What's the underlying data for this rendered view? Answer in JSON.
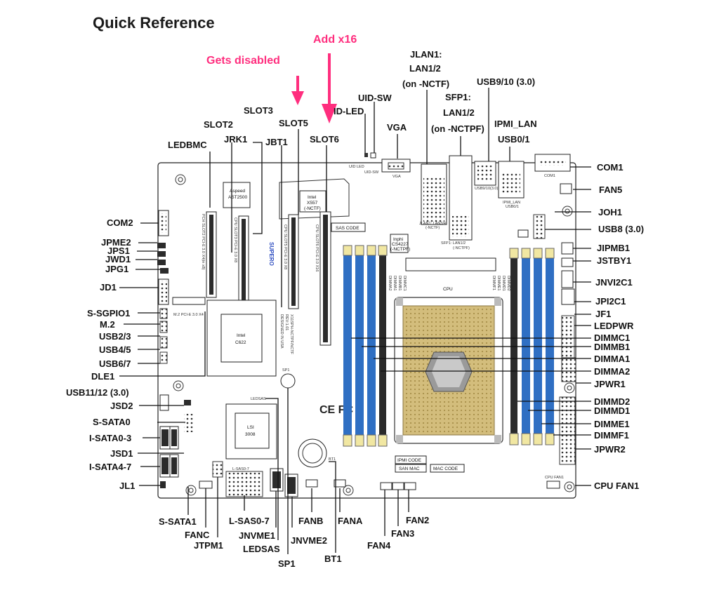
{
  "header": {
    "title": "Quick Reference"
  },
  "annotations": [
    {
      "id": "gets-disabled",
      "text": "Gets disabled"
    },
    {
      "id": "add-x16",
      "text": "Add x16"
    }
  ],
  "callouts": [
    {
      "key": "com2",
      "text": "COM2"
    },
    {
      "key": "jpme2",
      "text": "JPME2"
    },
    {
      "key": "jps1",
      "text": "JPS1"
    },
    {
      "key": "jwd1",
      "text": "JWD1"
    },
    {
      "key": "jpg1",
      "text": "JPG1"
    },
    {
      "key": "jd1",
      "text": "JD1"
    },
    {
      "key": "s-sgpio1",
      "text": "S-SGPIO1"
    },
    {
      "key": "m2",
      "text": "M.2"
    },
    {
      "key": "usb23",
      "text": "USB2/3"
    },
    {
      "key": "usb45",
      "text": "USB4/5"
    },
    {
      "key": "usb67",
      "text": "USB6/7"
    },
    {
      "key": "dle1",
      "text": "DLE1"
    },
    {
      "key": "usb1112",
      "text": "USB11/12 (3.0)"
    },
    {
      "key": "jsd2",
      "text": "JSD2"
    },
    {
      "key": "s-sata0",
      "text": "S-SATA0"
    },
    {
      "key": "i-sata0-3",
      "text": "I-SATA0-3"
    },
    {
      "key": "jsd1",
      "text": "JSD1"
    },
    {
      "key": "i-sata4-7",
      "text": "I-SATA4-7"
    },
    {
      "key": "jl1",
      "text": "JL1"
    },
    {
      "key": "ledbmc",
      "text": "LEDBMC"
    },
    {
      "key": "slot2",
      "text": "SLOT2"
    },
    {
      "key": "jrk1",
      "text": "JRK1"
    },
    {
      "key": "slot3",
      "text": "SLOT3"
    },
    {
      "key": "jbt1",
      "text": "JBT1"
    },
    {
      "key": "slot5",
      "text": "SLOT5"
    },
    {
      "key": "slot6",
      "text": "SLOT6"
    },
    {
      "key": "id-led",
      "text": "ID-LED"
    },
    {
      "key": "uid-sw",
      "text": "UID-SW"
    },
    {
      "key": "vga",
      "text": "VGA"
    },
    {
      "key": "jlan1-a",
      "text": "JLAN1:"
    },
    {
      "key": "jlan1-b",
      "text": "LAN1/2"
    },
    {
      "key": "jlan1-c",
      "text": "(on -NCTF)"
    },
    {
      "key": "sfp1-a",
      "text": "SFP1:"
    },
    {
      "key": "sfp1-b",
      "text": "LAN1/2"
    },
    {
      "key": "sfp1-c",
      "text": "(on -NCTPF)"
    },
    {
      "key": "usb910",
      "text": "USB9/10 (3.0)"
    },
    {
      "key": "ipmi-lan-a",
      "text": "IPMI_LAN"
    },
    {
      "key": "ipmi-lan-b",
      "text": "USB0/1"
    },
    {
      "key": "com1",
      "text": "COM1"
    },
    {
      "key": "fan5",
      "text": "FAN5"
    },
    {
      "key": "joh1",
      "text": "JOH1"
    },
    {
      "key": "usb8",
      "text": "USB8 (3.0)"
    },
    {
      "key": "jipmb1",
      "text": "JIPMB1"
    },
    {
      "key": "jstby1",
      "text": "JSTBY1"
    },
    {
      "key": "jnvi2c1",
      "text": "JNVI2C1"
    },
    {
      "key": "jpi2c1",
      "text": "JPI2C1"
    },
    {
      "key": "jf1",
      "text": "JF1"
    },
    {
      "key": "ledpwr",
      "text": "LEDPWR"
    },
    {
      "key": "dimmc1",
      "text": "DIMMC1"
    },
    {
      "key": "dimmb1",
      "text": "DIMMB1"
    },
    {
      "key": "dimma1",
      "text": "DIMMA1"
    },
    {
      "key": "dimma2",
      "text": "DIMMA2"
    },
    {
      "key": "jpwr1",
      "text": "JPWR1"
    },
    {
      "key": "dimmd2",
      "text": "DIMMD2"
    },
    {
      "key": "dimmd1",
      "text": "DIMMD1"
    },
    {
      "key": "dimme1",
      "text": "DIMME1"
    },
    {
      "key": "dimmf1",
      "text": "DIMMF1"
    },
    {
      "key": "jpwr2",
      "text": "JPWR2"
    },
    {
      "key": "cpu-fan1",
      "text": "CPU FAN1"
    },
    {
      "key": "s-sata1",
      "text": "S-SATA1"
    },
    {
      "key": "fanc",
      "text": "FANC"
    },
    {
      "key": "jtpm1",
      "text": "JTPM1"
    },
    {
      "key": "l-sas0-7",
      "text": "L-SAS0-7"
    },
    {
      "key": "jnvme1",
      "text": "JNVME1"
    },
    {
      "key": "ledsas",
      "text": "LEDSAS"
    },
    {
      "key": "sp1",
      "text": "SP1"
    },
    {
      "key": "fanb",
      "text": "FANB"
    },
    {
      "key": "jnvme2",
      "text": "JNVME2"
    },
    {
      "key": "bt1",
      "text": "BT1"
    },
    {
      "key": "fana",
      "text": "FANA"
    },
    {
      "key": "fan4",
      "text": "FAN4"
    },
    {
      "key": "fan3",
      "text": "FAN3"
    },
    {
      "key": "fan2",
      "text": "FAN2"
    }
  ],
  "board_text": {
    "aspeed": "Aspeed",
    "ast2500": "AST2500",
    "intel": "Intel",
    "x557": "X557",
    "x557_nctf": "(-NCTF)",
    "inphi": "Inphi",
    "cs4227": "CS4227",
    "cs4227_nctpf": "(-NCTPF)",
    "intel_c622_a": "Intel",
    "intel_c622_b": "C622",
    "lsi_a": "LSI",
    "lsi_b": "3008",
    "cpu": "CPU",
    "sas_code": "SAS CODE",
    "ipmi_code": "IPMI CODE",
    "san_mac": "SAN MAC",
    "mac_code": "MAC CODE",
    "supermicro": "SUPERO",
    "model_a": "X11SPH-NCTPF/NCTF",
    "model_b": "REV:1.01",
    "model_c": "DESIGNED IN USA",
    "ce_fcc": "CE FC",
    "slot2_silk": "PCH SLOT2 PCI-E 3.0 X4(in x8)",
    "slot3_silk": "CPU SLOT3 PCI-E 3.0 X8",
    "slot5_silk": "CPU SLOT5 PCI-E 3.0 X8",
    "slot6_silk": "CPU SLOT6 PCI-E 3.0 X16",
    "m2_silk": "M.2 PCI-E 3.0 X4",
    "jlan_silk_a": "JLAN1: LAN3/4",
    "jlan_silk_b": "(-NCTF)",
    "sfp_silk_a": "SFP1: LAN1/2",
    "sfp_silk_b": "(-NCTPF)",
    "usb910_silk": "USB9/10(3.0)",
    "ipmi_silk_a": "IPMI_LAN",
    "ipmi_silk_b": "USB0/1",
    "com1_silk": "COM1",
    "vga_silk": "VGA",
    "uidled_silk": "UID LED",
    "uidsw_silk": "UID-SW",
    "cpu_fan1_silk": "CPU FAN1",
    "bt1_silk": "BT1",
    "sp1_silk": "SP1",
    "lsas_silk": "L-SAS0-7",
    "ledsas_silk": "LEDSAS",
    "dimm_left_a": "DIMMA2",
    "dimm_left_b": "DIMMA1",
    "dimm_left_c": "DIMMB1",
    "dimm_left_d": "DIMMC1",
    "dimm_right_a": "DIMMF1",
    "dimm_right_b": "DIMME1",
    "dimm_right_c": "DIMMD1",
    "dimm_right_d": "DIMMD2"
  },
  "colors": {
    "accent": "#ff2e7e",
    "dimm_blue": "#2f6fc3",
    "dimm_dark": "#2b2b2b",
    "dimm_gold": "#f1e7a2",
    "cpu_gold": "#d8c48a"
  }
}
